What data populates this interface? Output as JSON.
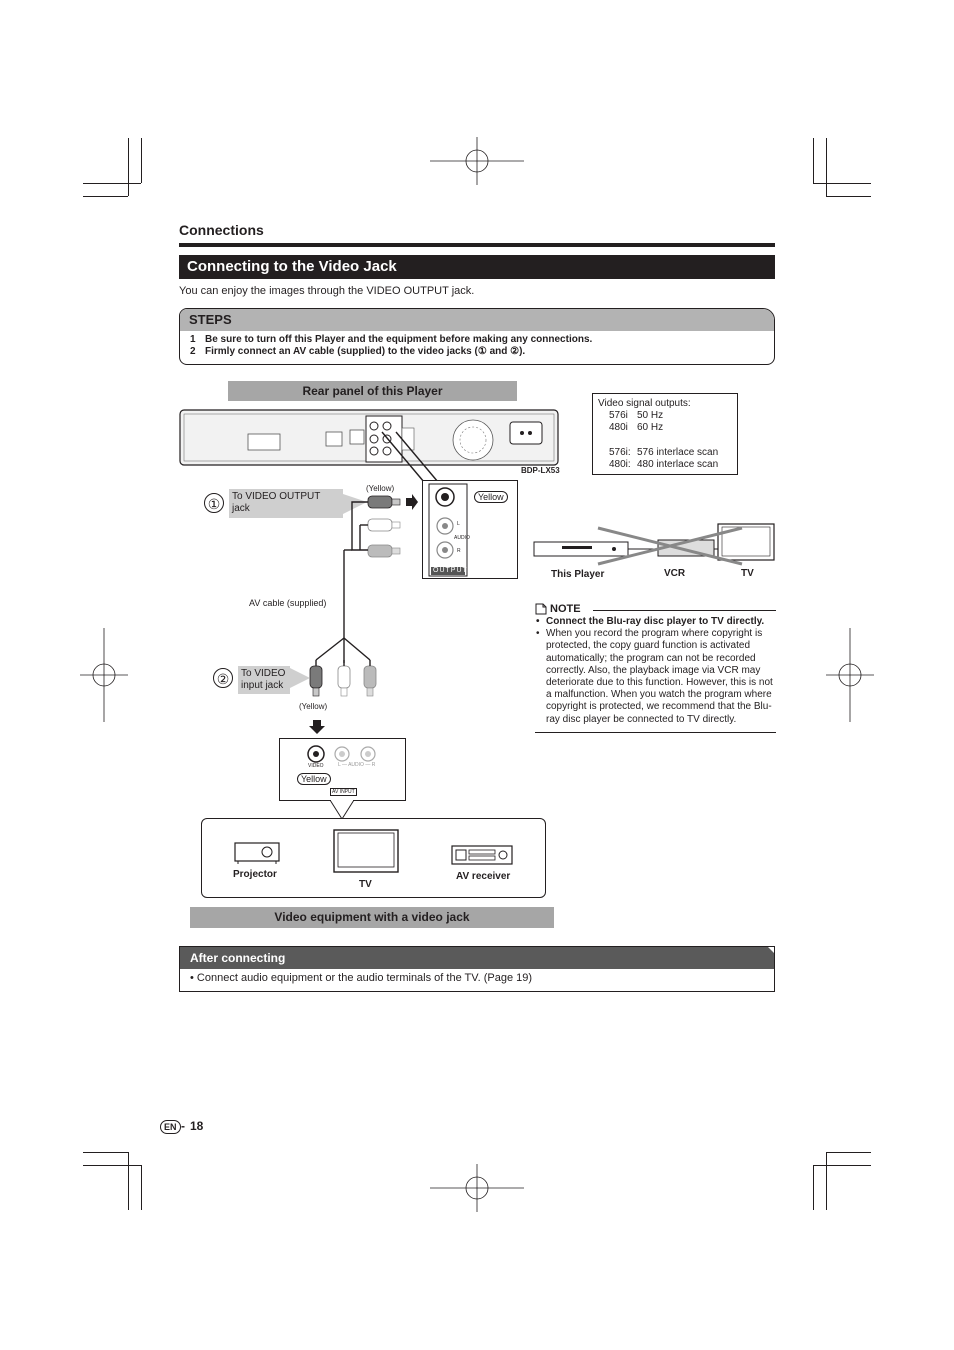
{
  "header": {
    "section": "Connections"
  },
  "title": "Connecting to the Video Jack",
  "intro": "You can enjoy the images through the VIDEO OUTPUT jack.",
  "steps": {
    "heading": "STEPS",
    "items": [
      {
        "num": "1",
        "text": "Be sure to turn off this Player and the equipment before making any connections."
      },
      {
        "num": "2",
        "text": "Firmly connect an AV cable (supplied) to the video jacks (① and ②)."
      }
    ]
  },
  "diagram": {
    "rear_panel_label": "Rear panel of this Player",
    "model": "BDP-LX53",
    "marker_1": "①",
    "marker_2": "②",
    "callout_1": "To VIDEO OUTPUT jack",
    "callout_2": "To VIDEO input jack",
    "yellow_paren_top": "(Yellow)",
    "yellow_paren_bottom": "(Yellow)",
    "yellow_tag_output": "Yellow",
    "yellow_tag_input": "Yellow",
    "output_label": "OUTPUT",
    "jack_l": "L",
    "jack_audio": "AUDIO",
    "jack_r": "R",
    "av_cable": "AV cable (supplied)",
    "input_video": "VIDEO",
    "input_audio": "L — AUDIO — R",
    "av_input": "AV INPUT",
    "devices": {
      "projector": "Projector",
      "tv": "TV",
      "av_receiver": "AV receiver"
    },
    "video_equipment_label": "Video equipment with a video jack"
  },
  "signal_box": {
    "heading": "Video signal outputs:",
    "rows": [
      {
        "mode": "576i",
        "value": "50 Hz"
      },
      {
        "mode": "480i",
        "value": "60 Hz"
      }
    ],
    "scan_rows": [
      {
        "mode": "576i:",
        "value": "576 interlace scan"
      },
      {
        "mode": "480i:",
        "value": "480 interlace scan"
      }
    ]
  },
  "chain": {
    "player": "This Player",
    "vcr": "VCR",
    "tv": "TV"
  },
  "note": {
    "heading": "NOTE",
    "items": [
      "Connect the Blu-ray disc player to TV directly.",
      "When you record the program where copyright is protected, the copy guard function is activated automatically; the program can not be recorded correctly. Also, the playback image via VCR may deteriorate due to this function. However, this is not a malfunction. When you watch the program where copyright is protected, we recommend that the Blu-ray disc player be connected to TV directly."
    ]
  },
  "after": {
    "heading": "After connecting",
    "text": "Connect audio equipment or the audio terminals of the TV. (Page 19)"
  },
  "footer": {
    "lang": "EN",
    "page": "18"
  }
}
